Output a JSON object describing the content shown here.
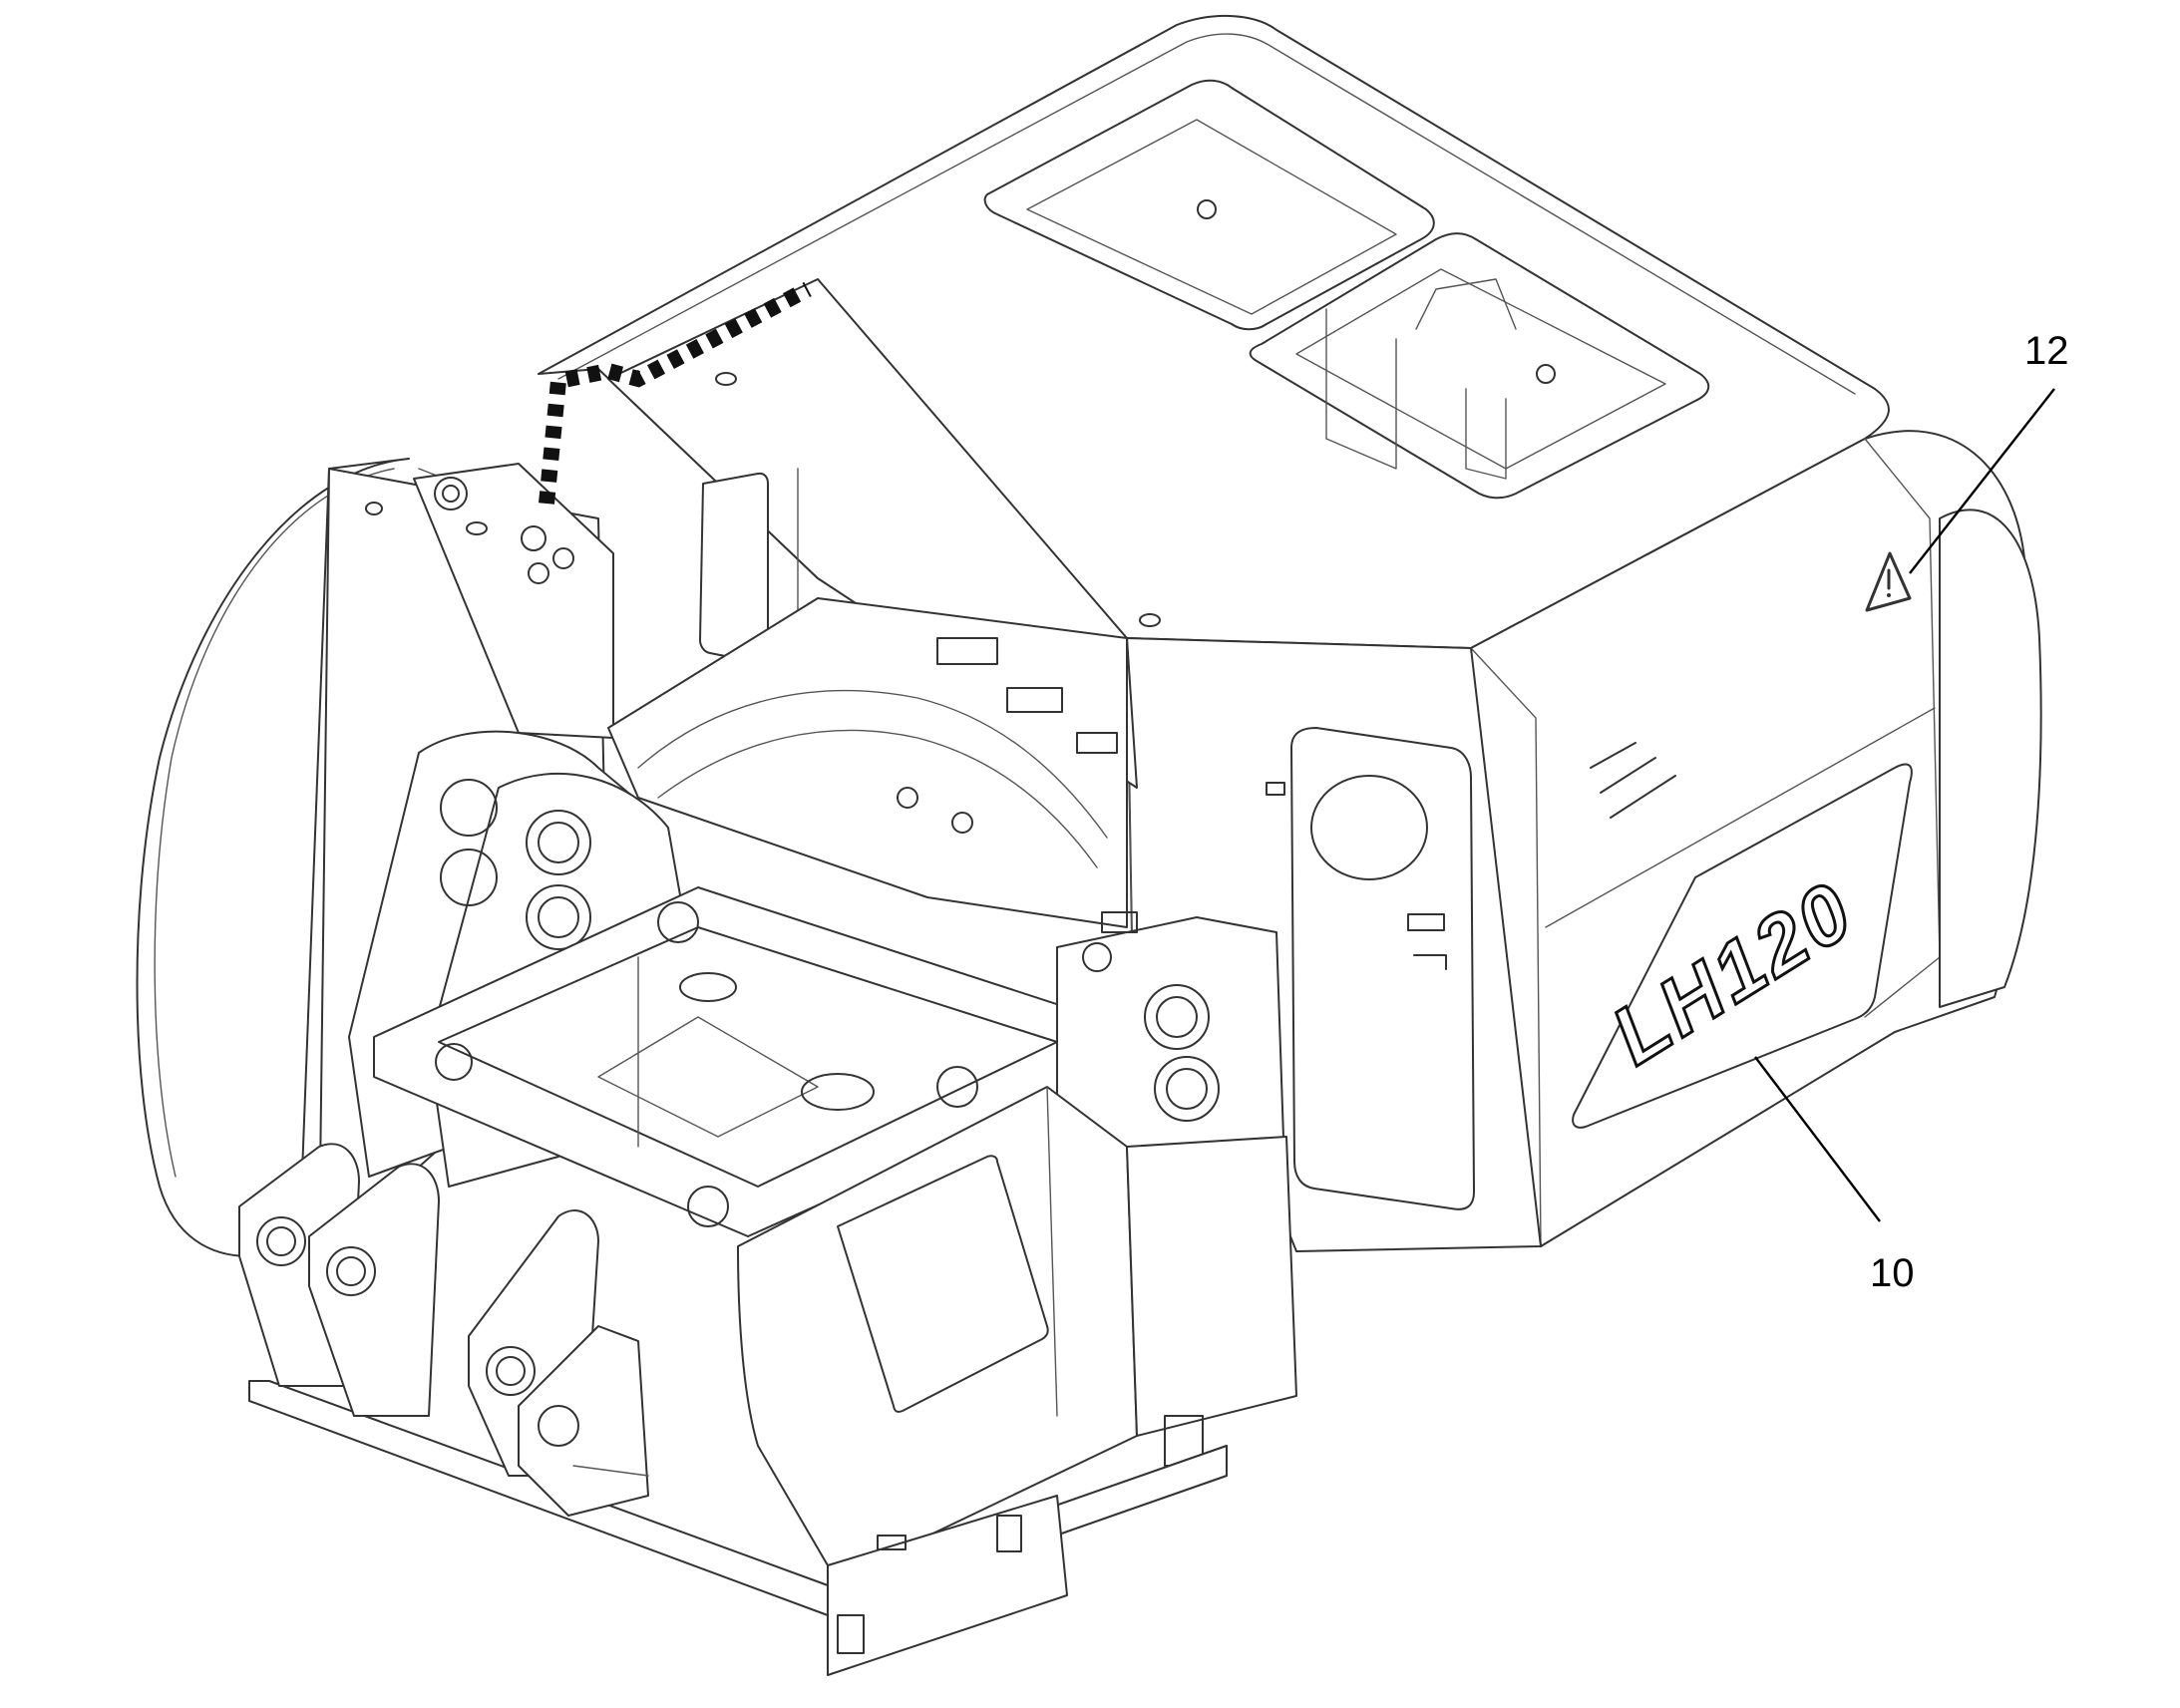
{
  "colors": {
    "line": "#333333",
    "background": "#ffffff",
    "hazard_stripe": "#111111"
  },
  "callouts": [
    {
      "number": "12",
      "target": "warning-triangle-sticker"
    },
    {
      "number": "10",
      "target": "model-logo-decal"
    }
  ],
  "decals": {
    "model_logo": "LH120",
    "warning_symbol": "warning-triangle-icon"
  }
}
